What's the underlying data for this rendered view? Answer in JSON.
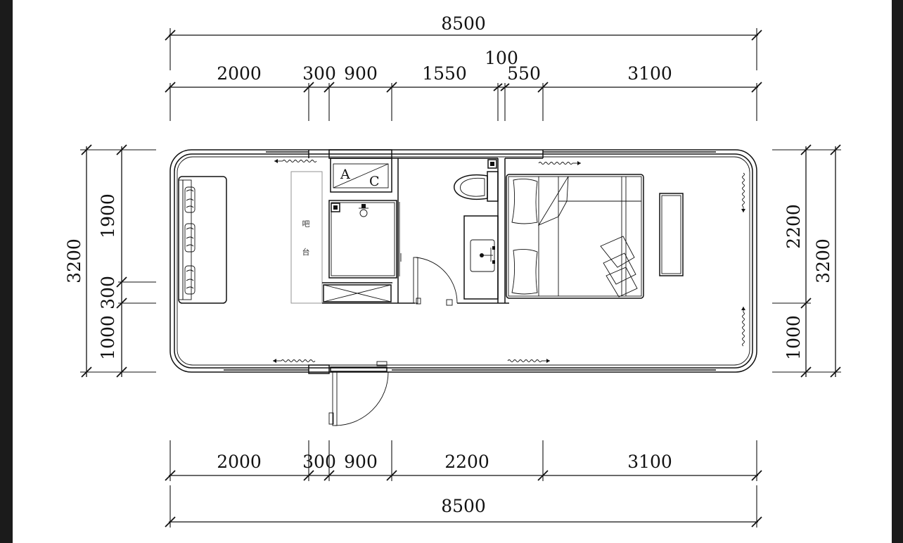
{
  "dimensions": {
    "top_total": "8500",
    "top_segments": [
      "2000",
      "300",
      "900",
      "1550",
      "550",
      "3100"
    ],
    "top_small": "100",
    "bottom_segments": [
      "2000",
      "300",
      "900",
      "2200",
      "3100"
    ],
    "bottom_total": "8500",
    "left_segments": [
      "1900",
      "300",
      "1000"
    ],
    "left_total": "3200",
    "right_segments": [
      "2200",
      "1000"
    ],
    "right_total": "3200"
  },
  "labels": {
    "ac_a": "A",
    "ac_c": "C",
    "bar_1": "吧",
    "bar_2": "台"
  }
}
